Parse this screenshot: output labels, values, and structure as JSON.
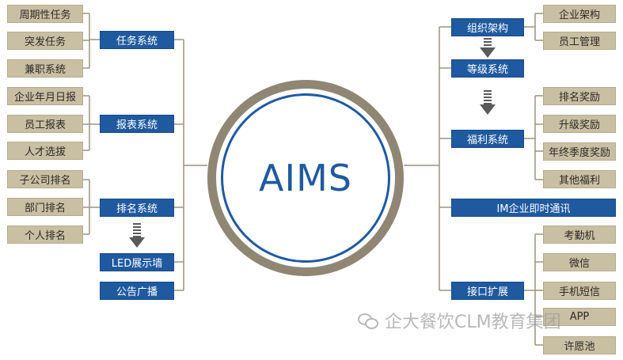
{
  "hub": {
    "label": "AIMS"
  },
  "left": {
    "task_system": {
      "label": "任务系统",
      "items": [
        "周期性任务",
        "突发任务",
        "兼职系统"
      ]
    },
    "report_system": {
      "label": "报表系统",
      "items": [
        "企业年月日报",
        "员工报表",
        "人才选拔"
      ]
    },
    "ranking_system": {
      "label": "排名系统",
      "items": [
        "子公司排名",
        "部门排名",
        "个人排名"
      ]
    },
    "led_wall": {
      "label": "LED展示墙"
    },
    "announcement": {
      "label": "公告广播"
    }
  },
  "right": {
    "org_structure": {
      "label": "组织架构",
      "items": [
        "企业架构",
        "员工管理"
      ]
    },
    "level_system": {
      "label": "等级系统"
    },
    "welfare_system": {
      "label": "福利系统",
      "items": [
        "排名奖励",
        "升级奖励",
        "年终季度奖励",
        "其他福利"
      ]
    },
    "im": {
      "label": "IM企业即时通讯"
    },
    "interface_ext": {
      "label": "接口扩展",
      "items": [
        "考勤机",
        "微信",
        "手机短信",
        "APP",
        "许愿池"
      ]
    }
  },
  "watermark": {
    "text": "企大餐饮CLM教育集团"
  },
  "colors": {
    "system_box": "#1f5aa0",
    "leaf_box": "#c9bfa3",
    "ring": "#8f8673",
    "line": "#9c9480"
  }
}
